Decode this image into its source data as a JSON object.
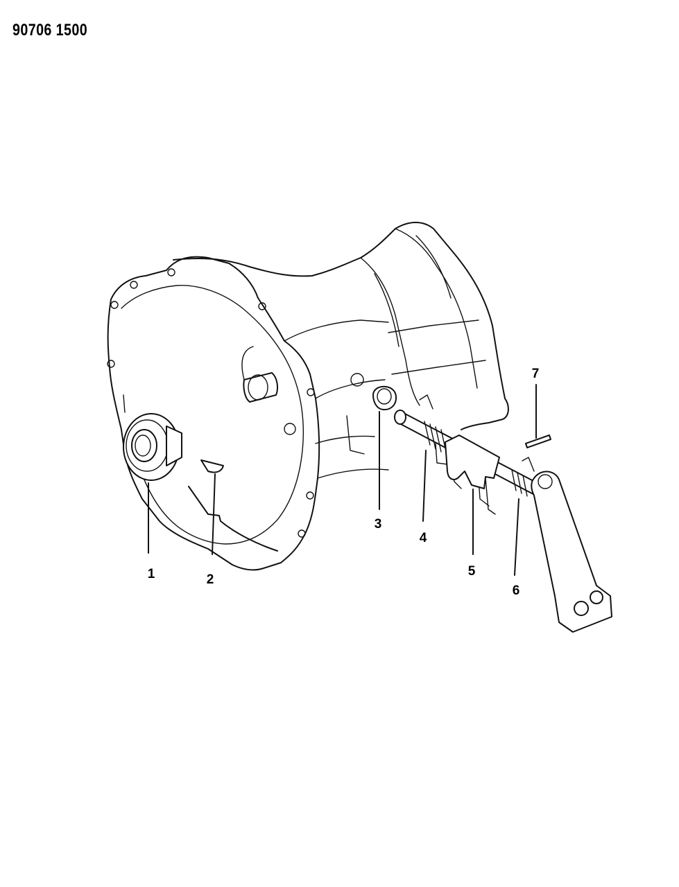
{
  "diagram": {
    "code": "90706 1500",
    "callouts": [
      {
        "id": "1",
        "label": "1"
      },
      {
        "id": "2",
        "label": "2"
      },
      {
        "id": "3",
        "label": "3"
      },
      {
        "id": "4",
        "label": "4"
      },
      {
        "id": "5",
        "label": "5"
      },
      {
        "id": "6",
        "label": "6"
      },
      {
        "id": "7",
        "label": "7"
      }
    ]
  }
}
